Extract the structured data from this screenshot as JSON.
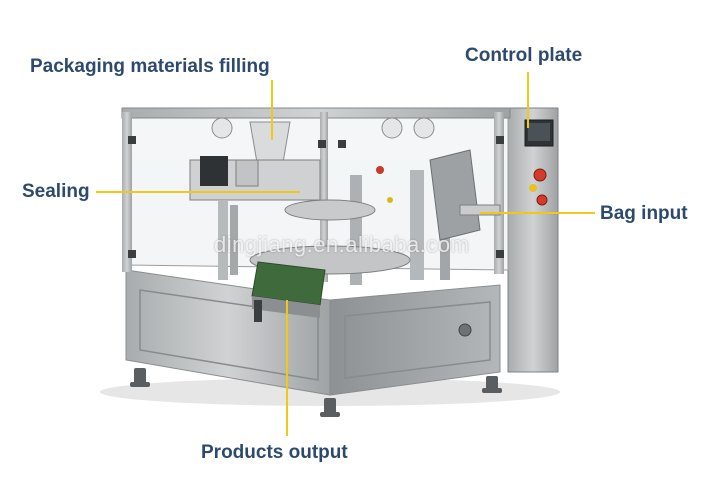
{
  "labels": {
    "packaging_materials_filling": "Packaging materials filling",
    "control_plate": "Control plate",
    "sealing": "Sealing",
    "bag_input": "Bag input",
    "products_output": "Products output"
  },
  "watermark": "dingjiang.en.alibaba.com",
  "colors": {
    "label_text": "#2d4a6e",
    "leader_line": "#f2c818",
    "machine_steel": "#b9bcbe",
    "conveyor_belt": "#3a6a3a"
  }
}
